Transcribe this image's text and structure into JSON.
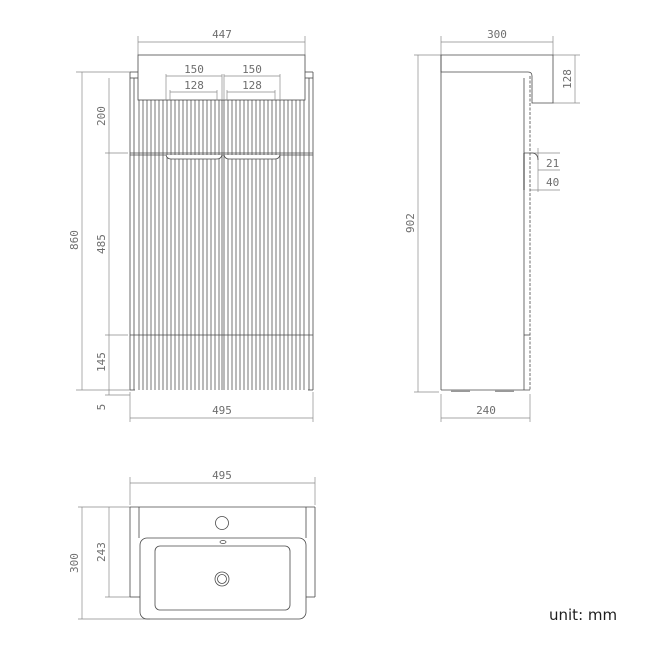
{
  "drawing": {
    "unit_label": "unit: mm",
    "front_view": {
      "overall_width_top": "447",
      "handle_span_left": "150",
      "handle_span_right": "150",
      "handle_inner_left": "128",
      "handle_inner_right": "128",
      "total_height": "860",
      "top_section_height": "200",
      "door_height": "485",
      "plinth_height": "145",
      "foot_height": "5",
      "bottom_width": "495"
    },
    "side_view": {
      "depth_top": "300",
      "basin_thickness": "128",
      "total_height": "902",
      "handle_offset": "21",
      "handle_depth": "40",
      "depth_bottom": "240"
    },
    "top_view": {
      "width": "495",
      "total_depth": "300",
      "cabinet_depth": "243"
    }
  },
  "colors": {
    "line": "#4a4a4a",
    "dimension_line": "#8a8a8a",
    "dimension_text": "#6e6e6e",
    "background": "#ffffff"
  }
}
